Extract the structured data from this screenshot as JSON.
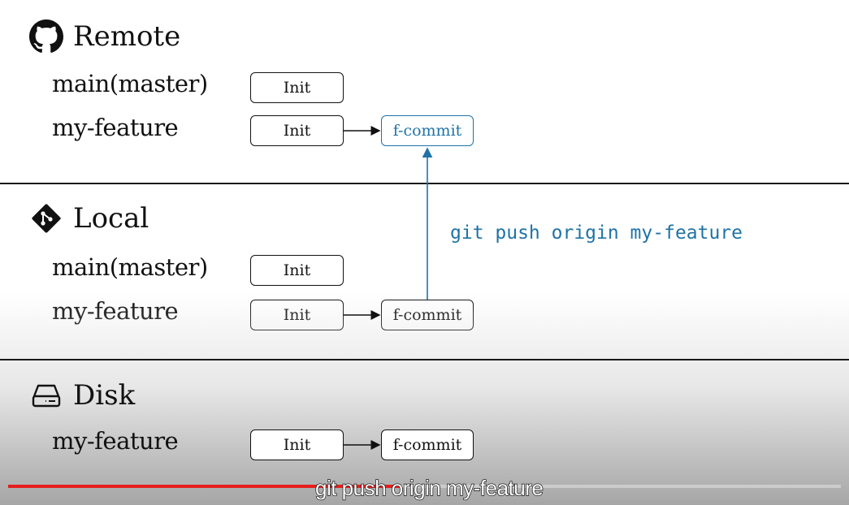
{
  "sections": {
    "remote": {
      "title": "Remote",
      "icon": "github-icon",
      "branches": [
        {
          "name": "main(master)",
          "commits": [
            "Init"
          ]
        },
        {
          "name": "my-feature",
          "commits": [
            "Init",
            "f-commit"
          ]
        }
      ]
    },
    "local": {
      "title": "Local",
      "icon": "git-icon",
      "branches": [
        {
          "name": "main(master)",
          "commits": [
            "Init"
          ]
        },
        {
          "name": "my-feature",
          "commits": [
            "Init",
            "f-commit"
          ]
        }
      ]
    },
    "disk": {
      "title": "Disk",
      "icon": "hard-drive-icon",
      "branches": [
        {
          "name": "my-feature",
          "commits": [
            "Init",
            "f-commit"
          ]
        }
      ]
    }
  },
  "command": "git push origin my-feature",
  "subtitle": "git push origin my-feature",
  "video": {
    "progress_fraction": 0.47,
    "progress_color": "#e51e1e"
  },
  "colors": {
    "accent_blue": "#1f73a6",
    "line": "#1a1a1a"
  }
}
